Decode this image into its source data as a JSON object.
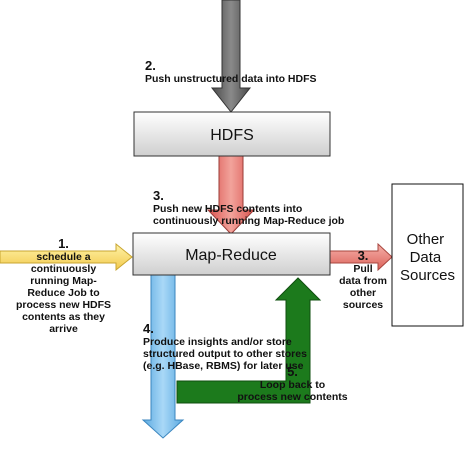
{
  "boxes": {
    "hdfs": "HDFS",
    "map_reduce": "Map-Reduce",
    "other_sources": "Other\nData\nSources"
  },
  "steps": [
    {
      "number": "2.",
      "text": "Push unstructured data into HDFS"
    },
    {
      "number": "3.",
      "text": "Push new HDFS contents into\ncontinuously running Map-Reduce job"
    },
    {
      "number": "1.",
      "text": "schedule a\ncontinuously\nrunning Map-\nReduce Job to\nprocess new HDFS\ncontents as they\narrive"
    },
    {
      "number": "3.",
      "text": "Pull\ndata from\nother\nsources"
    },
    {
      "number": "4.",
      "text": "Produce insights and/or store\nstructured output to other stores\n(e.g. HBase, RBMS) for later use"
    },
    {
      "number": "5.",
      "text": "Loop back to\nprocess new contents"
    }
  ],
  "colors": {
    "push_arrow": "#666666",
    "hdfs_to_mr_arrow": "#e9827a",
    "schedule_arrow": "#f5d76e",
    "pull_arrow": "#e9827a",
    "output_arrow": "#7ec2ee",
    "loop_arrow": "#1c7a1c"
  }
}
